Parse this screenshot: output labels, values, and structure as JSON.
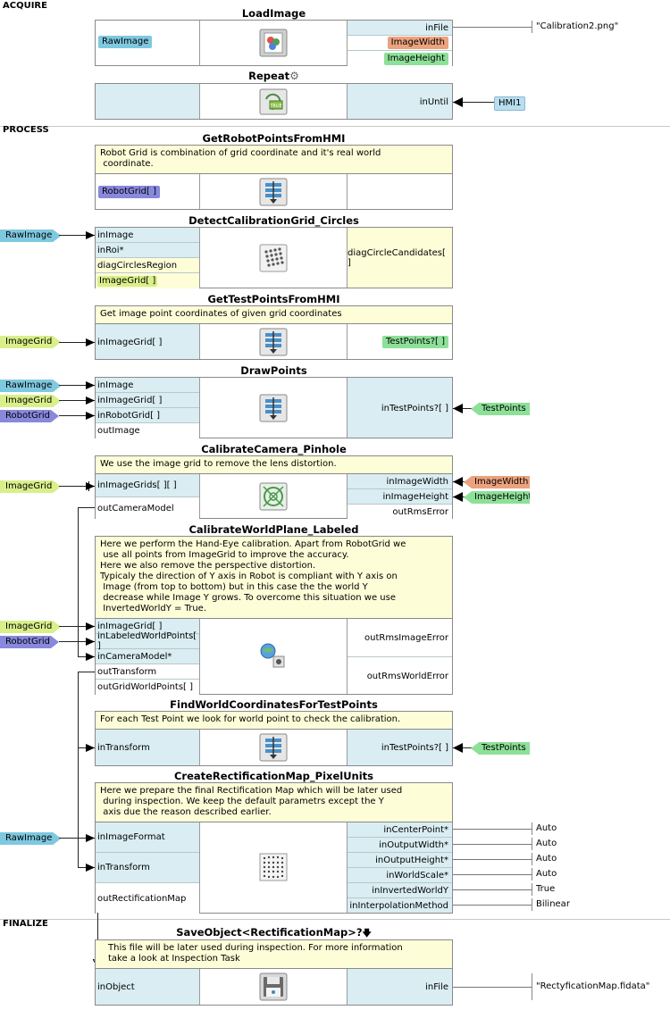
{
  "sections": {
    "acquire": "ACQUIRE",
    "process": "PROCESS",
    "finalize": "FINALIZE"
  },
  "filters": {
    "load_image": {
      "title": "LoadImage",
      "outputs_left": [
        "RawImage"
      ],
      "inputs_right": [
        "inFile"
      ],
      "outputs_right": [
        "ImageWidth",
        "ImageHeight"
      ],
      "in_file_value": "\"Calibration2.png\""
    },
    "repeat": {
      "title": "Repeat",
      "input": "inUntil",
      "source": "HMI1"
    },
    "get_robot_points": {
      "title": "GetRobotPointsFromHMI",
      "comment": "Robot Grid is combination of grid coordinate and it's real world\n coordinate.",
      "output": "RobotGrid[ ]"
    },
    "detect_grid": {
      "title": "DetectCalibrationGrid_Circles",
      "inputs": [
        "inImage",
        "inRoi*",
        "diagCirclesRegion",
        "ImageGrid[ ]"
      ],
      "output": "diagCircleCandidates[ ]",
      "source_raw": "RawImage"
    },
    "get_test_points": {
      "title": "GetTestPointsFromHMI",
      "comment": "Get image point coordinates of given grid coordinates",
      "input": "inImageGrid[ ]",
      "output": "TestPoints?[ ]",
      "source": "ImageGrid"
    },
    "draw_points": {
      "title": "DrawPoints",
      "inputs": [
        "inImage",
        "inImageGrid[ ]",
        "inRobotGrid[ ]",
        "outImage"
      ],
      "input_right": "inTestPoints?[ ]",
      "sources": [
        "RawImage",
        "ImageGrid",
        "RobotGrid"
      ],
      "source_right": "TestPoints"
    },
    "calibrate_camera": {
      "title": "CalibrateCamera_Pinhole",
      "comment": "We use the image grid to remove the lens distortion.",
      "inputs": [
        "inImageGrids[ ][ ]",
        "outCameraModel"
      ],
      "right": [
        "inImageWidth",
        "inImageHeight",
        "outRmsError"
      ],
      "source": "ImageGrid",
      "sources_right": [
        "ImageWidth",
        "ImageHeight"
      ]
    },
    "calibrate_world": {
      "title": "CalibrateWorldPlane_Labeled",
      "comment": "Here we perform the Hand-Eye calibration. Apart from RobotGrid we\n use all points from ImageGrid to improve the accuracy.\nHere we also remove the perspective distortion.\nTypicaly the direction of Y axis in Robot is compliant with Y axis on\n Image (from top to bottom) but in this case the the world Y\n decrease while Image Y grows. To overcome this situation we use\n InvertedWorldY = True.",
      "inputs": [
        "inImageGrid[ ]",
        "inLabeledWorldPoints[ ]",
        "inCameraModel*",
        "outTransform",
        "outGridWorldPoints[ ]"
      ],
      "outputs": [
        "outRmsImageError",
        "outRmsWorldError"
      ],
      "sources": [
        "ImageGrid",
        "RobotGrid"
      ]
    },
    "find_world": {
      "title": "FindWorldCoordinatesForTestPoints",
      "comment": "For each Test Point we look for world point to check the calibration.",
      "input": "inTransform",
      "input_right": "inTestPoints?[ ]",
      "source_right": "TestPoints"
    },
    "create_map": {
      "title": "CreateRectificationMap_PixelUnits",
      "comment": "Here we prepare the final Rectification Map which will be later used\n during inspection. We keep the default parametrs except the Y\n axis due the reason described earlier.",
      "inputs": [
        "inImageFormat",
        "inTransform",
        "outRectificationMap"
      ],
      "right": [
        "inCenterPoint*",
        "inOutputWidth*",
        "inOutputHeight*",
        "inWorldScale*",
        "inInvertedWorldY",
        "inInterpolationMethod"
      ],
      "values": [
        "Auto",
        "Auto",
        "Auto",
        "Auto",
        "True",
        "Bilinear"
      ],
      "source": "RawImage"
    },
    "save_object": {
      "title": "SaveObject<RectificationMap>?",
      "comment": "This file will be later used during inspection. For more information\ntake a look at Inspection Task",
      "input": "inObject",
      "input_right": "inFile",
      "in_file_value": "\"RectyficationMap.fidata\""
    }
  },
  "colors": {
    "port_bg": "#d9edf2",
    "comment_bg": "#fdfdd8",
    "image_tag": "#7ec8e0",
    "grid_tag": "#d9ef8a",
    "robot_tag": "#8888dd",
    "test_tag": "#8de098",
    "width_tag": "#eba27e"
  }
}
